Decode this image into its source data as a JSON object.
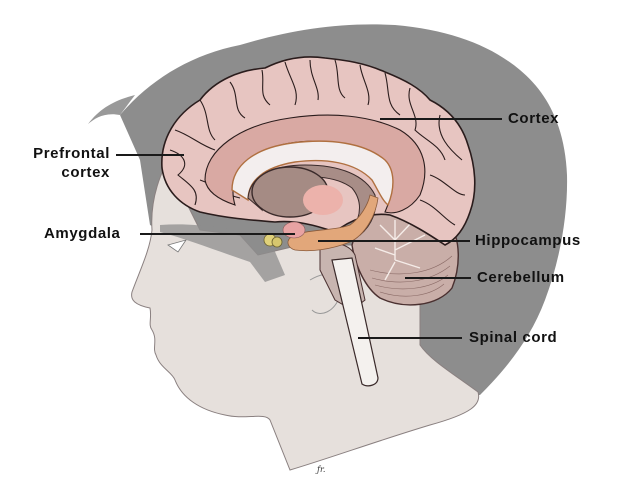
{
  "figure": {
    "subject": "Sagittal section of the human brain inside a profile head",
    "colors": {
      "background": "#ffffff",
      "hair": "#8c8c8c",
      "skin": "#e6e0dc",
      "cortex": "#e7c5c1",
      "cortex_outline": "#2a1c1c",
      "corpus_callosum": "#caa09a",
      "thalamus": "#a58b84",
      "hippocampus": "#e2a77a",
      "amygdala": "#e8a3a3",
      "cerebellum": "#c9aea8",
      "spinal_cord": "#f4f1ee",
      "label_text": "#111111",
      "leader_line": "#1a1a1a"
    },
    "signature": "ƒr."
  },
  "labels": {
    "cortex": "Cortex",
    "prefrontal_line1": "Prefrontal",
    "prefrontal_line2": "cortex",
    "amygdala": "Amygdala",
    "hippocampus": "Hippocampus",
    "cerebellum": "Cerebellum",
    "spinal_cord": "Spinal cord"
  }
}
